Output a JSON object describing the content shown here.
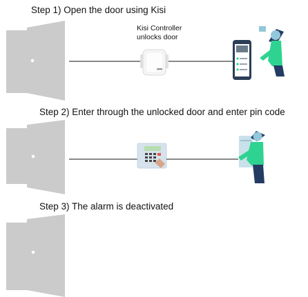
{
  "steps": [
    {
      "title": "Step 1) Open the door using Kisi",
      "caption": [
        "Kisi Controller",
        "unlocks door"
      ]
    },
    {
      "title": "Step 2) Enter through the unlocked door and enter pin code"
    },
    {
      "title": "Step 3) The alarm is deactivated"
    }
  ],
  "colors": {
    "door": "#cbcbcb",
    "door_handle": "#ffffff",
    "line": "#111111",
    "person_body": "#2fd391",
    "person_head": "#93c7da",
    "person_dark": "#243c64",
    "phone": "#2c3e57"
  }
}
